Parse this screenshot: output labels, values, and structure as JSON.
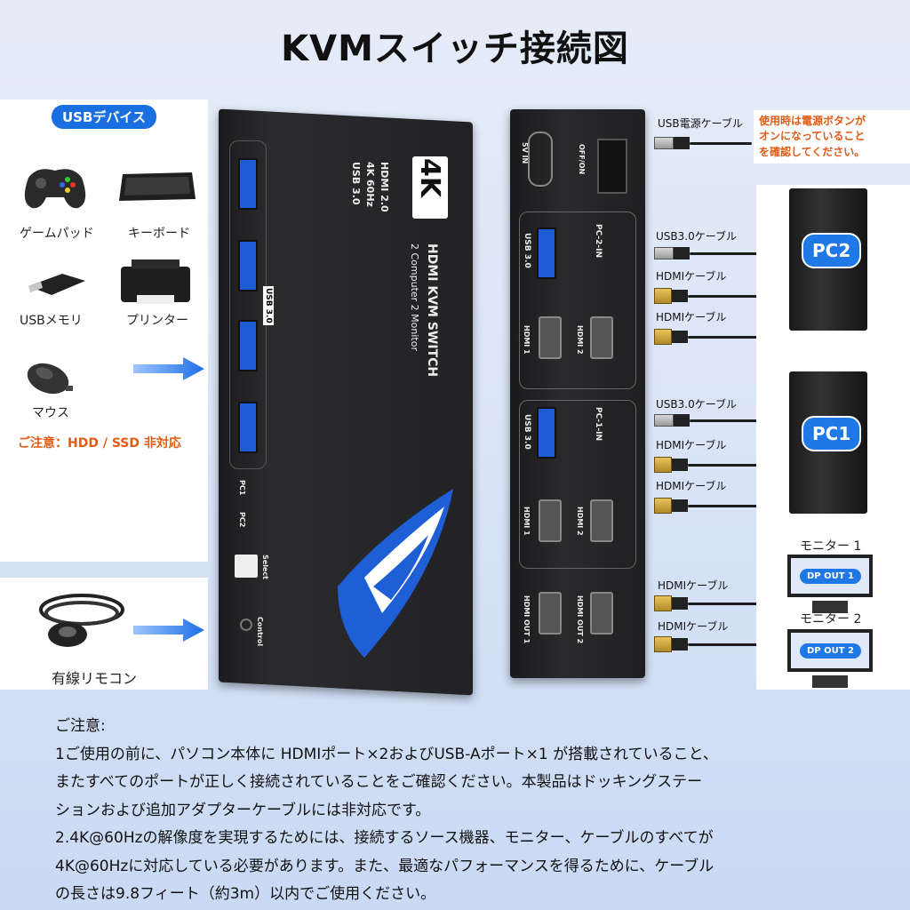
{
  "title": "KVMスイッチ接続図",
  "usb_section": {
    "badge": "USBデバイス",
    "items": [
      {
        "icon": "gamepad-icon",
        "label": "ゲームパッド"
      },
      {
        "icon": "keyboard-icon",
        "label": "キーボード"
      },
      {
        "icon": "usb-memory-icon",
        "label": "USBメモリ"
      },
      {
        "icon": "printer-icon",
        "label": "プリンター"
      },
      {
        "icon": "mouse-icon",
        "label": "マウス"
      }
    ],
    "warning": "ご注意：HDD / SSD 非対応"
  },
  "remote": {
    "label": "有線リモコン"
  },
  "device_front": {
    "badge": "4K",
    "specs": [
      "HDMI 2.0",
      "4K 60Hz",
      "USB 3.0"
    ],
    "name": "HDMI KVM SWITCH",
    "subname": "2 Computer 2 Monitor",
    "usb_tag": "USB 3.0",
    "leds": [
      "PC1",
      "PC2"
    ],
    "select": "Select",
    "control": "Control"
  },
  "device_back": {
    "power_in": "5V IN",
    "switch": "OFF/ON",
    "pc2_in": "PC-2-IN",
    "pc1_in": "PC-1-IN",
    "usb": "USB 3.0",
    "hdmi1": "HDMI 1",
    "hdmi2": "HDMI 2",
    "out1": "HDMI OUT 1",
    "out2": "HDMI OUT 2"
  },
  "cables": {
    "usb_power": "USB電源ケーブル",
    "usb30": "USB3.0ケーブル",
    "hdmi": "HDMIケーブル"
  },
  "power_note": [
    "使用時は電源ボタンが",
    "オンになっていること",
    "を確認してください。"
  ],
  "pcs": [
    "PC2",
    "PC1"
  ],
  "monitors": [
    {
      "label": "モニター 1",
      "port": "DP OUT 1"
    },
    {
      "label": "モニター 2",
      "port": "DP OUT 2"
    }
  ],
  "notes": [
    "ご注意:",
    "1ご使用の前に、パソコン本体に HDMIポート×2およびUSB-Aポート×1 が搭載されていること、",
    "またすべてのポートが正しく接続されていることをご確認ください。本製品はドッキングステー",
    "ションおよび追加アダプターケーブルには非対応です。",
    "2.4K@60Hzの解像度を実現するためには、接続するソース機器、モニター、ケーブルのすべてが",
    "4K@60Hzに対応している必要があります。また、最適なパフォーマンスを得るために、ケーブル",
    "の長さは9.8フィート（約3m）以内でご使用ください。"
  ],
  "colors": {
    "accent": "#1e78e6",
    "warning": "#e05b14",
    "device": "#222225"
  }
}
